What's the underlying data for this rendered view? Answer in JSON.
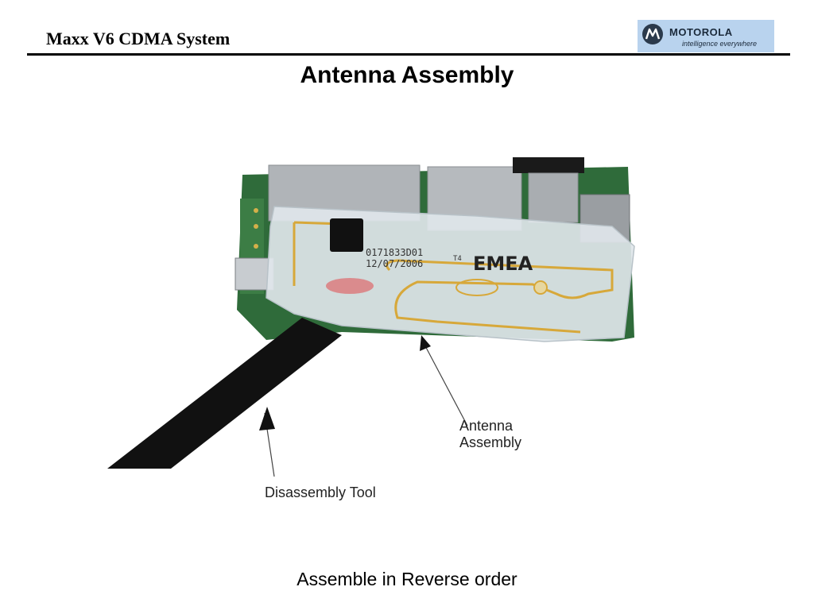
{
  "header": {
    "title": "Maxx V6 CDMA System",
    "logo": {
      "name": "MOTOROLA",
      "tagline": "intelligence everywhere",
      "color": "#b9d3ee"
    }
  },
  "slide": {
    "title": "Antenna Assembly",
    "photo": {
      "part_number": "0171833D01",
      "date": "12/07/2006",
      "mark": "T4",
      "region": "EMEA"
    },
    "callouts": {
      "antenna_line1": "Antenna",
      "antenna_line2": "Assembly",
      "tool": "Disassembly Tool"
    },
    "footer": "Assemble in Reverse order"
  }
}
